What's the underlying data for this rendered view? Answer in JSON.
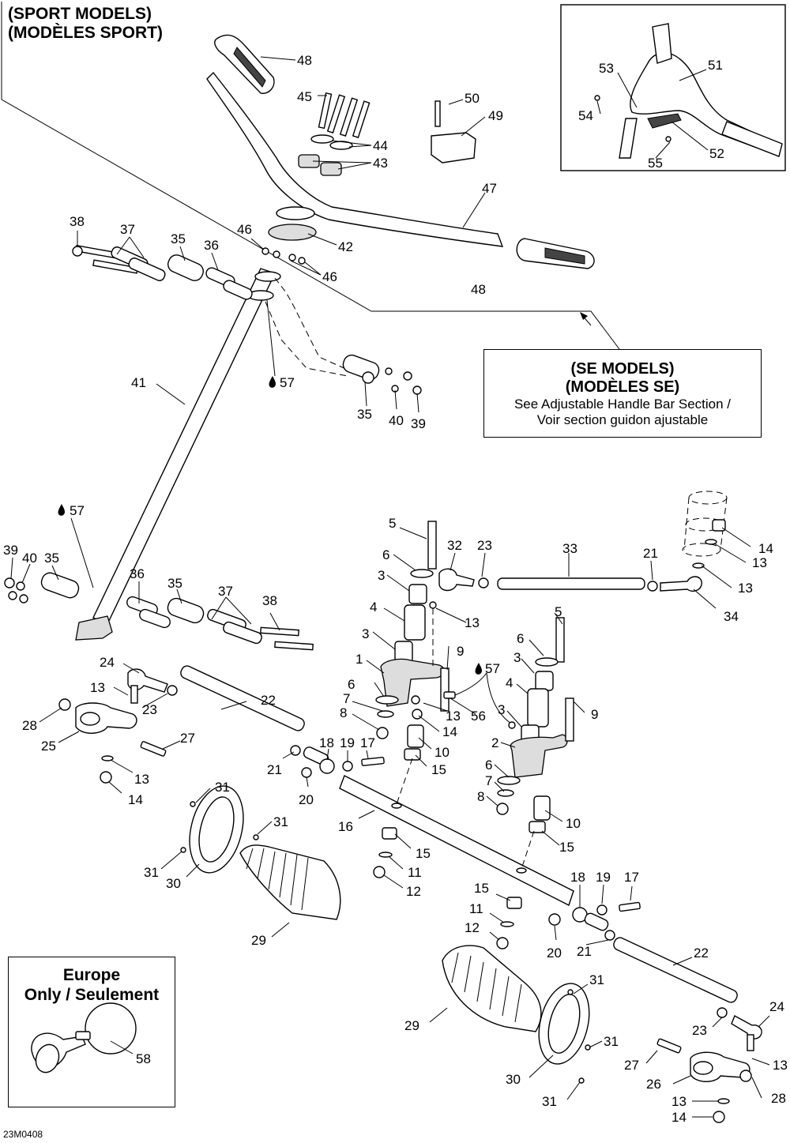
{
  "sport_models": {
    "line1": "(SPORT MODELS)",
    "line2": "(MODÈLES SPORT)"
  },
  "se_models": {
    "line1": "(SE MODELS)",
    "line2": "(MODÈLES SE)",
    "line3": "See Adjustable Handle Bar Section /",
    "line4": "Voir section guidon ajustable"
  },
  "europe": {
    "line1": "Europe",
    "line2": "Only / Seulement"
  },
  "figure_code": "23M0408",
  "callouts": [
    {
      "id": "48",
      "text": "48"
    },
    {
      "id": "45",
      "text": "45"
    },
    {
      "id": "50",
      "text": "50"
    },
    {
      "id": "49",
      "text": "49"
    },
    {
      "id": "44",
      "text": "44"
    },
    {
      "id": "43",
      "text": "43"
    },
    {
      "id": "47",
      "text": "47"
    },
    {
      "id": "38",
      "text": "38"
    },
    {
      "id": "37",
      "text": "37"
    },
    {
      "id": "35",
      "text": "35"
    },
    {
      "id": "36",
      "text": "36"
    },
    {
      "id": "46",
      "text": "46"
    },
    {
      "id": "42",
      "text": "42"
    },
    {
      "id": "41",
      "text": "41"
    },
    {
      "id": "57",
      "text": "57"
    },
    {
      "id": "40",
      "text": "40"
    },
    {
      "id": "39",
      "text": "39"
    },
    {
      "id": "51",
      "text": "51"
    },
    {
      "id": "52",
      "text": "52"
    },
    {
      "id": "53",
      "text": "53"
    },
    {
      "id": "54",
      "text": "54"
    },
    {
      "id": "55",
      "text": "55"
    },
    {
      "id": "5",
      "text": "5"
    },
    {
      "id": "32",
      "text": "32"
    },
    {
      "id": "23",
      "text": "23"
    },
    {
      "id": "33",
      "text": "33"
    },
    {
      "id": "21",
      "text": "21"
    },
    {
      "id": "14",
      "text": "14"
    },
    {
      "id": "13",
      "text": "13"
    },
    {
      "id": "34",
      "text": "34"
    },
    {
      "id": "6",
      "text": "6"
    },
    {
      "id": "3",
      "text": "3"
    },
    {
      "id": "4",
      "text": "4"
    },
    {
      "id": "9",
      "text": "9"
    },
    {
      "id": "1",
      "text": "1"
    },
    {
      "id": "7",
      "text": "7"
    },
    {
      "id": "8",
      "text": "8"
    },
    {
      "id": "56",
      "text": "56"
    },
    {
      "id": "10",
      "text": "10"
    },
    {
      "id": "15",
      "text": "15"
    },
    {
      "id": "2",
      "text": "2"
    },
    {
      "id": "24",
      "text": "24"
    },
    {
      "id": "22",
      "text": "22"
    },
    {
      "id": "28",
      "text": "28"
    },
    {
      "id": "25",
      "text": "25"
    },
    {
      "id": "27",
      "text": "27"
    },
    {
      "id": "18",
      "text": "18"
    },
    {
      "id": "19",
      "text": "19"
    },
    {
      "id": "17",
      "text": "17"
    },
    {
      "id": "20",
      "text": "20"
    },
    {
      "id": "16",
      "text": "16"
    },
    {
      "id": "31",
      "text": "31"
    },
    {
      "id": "30",
      "text": "30"
    },
    {
      "id": "29",
      "text": "29"
    },
    {
      "id": "11",
      "text": "11"
    },
    {
      "id": "12",
      "text": "12"
    },
    {
      "id": "26",
      "text": "26"
    },
    {
      "id": "58",
      "text": "58"
    }
  ]
}
